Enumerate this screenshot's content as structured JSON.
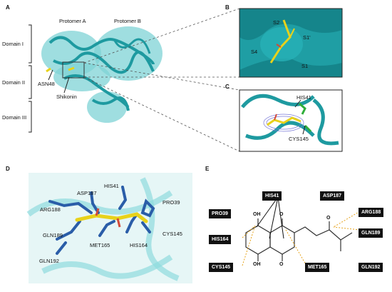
{
  "panels": {
    "a": "A",
    "b": "B",
    "c": "C",
    "d": "D",
    "e": "E"
  },
  "panel_a": {
    "protomer_a": "Protomer A",
    "protomer_b": "Protomer B",
    "domains": [
      "Domain I",
      "Domain II",
      "Domain III"
    ],
    "asn48": "ASN48",
    "shikonin": "Shikonin"
  },
  "panel_b": {
    "s2": "S2",
    "s1_upper": "S1'",
    "s4": "S4",
    "s1_lower": "S1"
  },
  "panel_c": {
    "his41": "HIS41",
    "cys145": "CYS145"
  },
  "panel_d": {
    "asp187": "ASP187",
    "his41": "HIS41",
    "arg188": "ARG188",
    "pro39": "PRO39",
    "gln189": "GLN189",
    "cys145": "CYS145",
    "met165": "MET165",
    "his164": "HIS164",
    "gln192": "GLN192"
  },
  "panel_e": {
    "his41": "HIS41",
    "asp187": "ASP187",
    "pro39": "PRO39",
    "arg188": "ARG188",
    "his164": "HIS164",
    "gln189": "GLN189",
    "cys145": "CYS145",
    "met165": "MET165",
    "gln192": "GLN192",
    "oh_top": "OH",
    "o_top": "O",
    "o_side": "O",
    "o_bottom": "O",
    "oh_bottom": "OH"
  },
  "colors": {
    "protein": "#1e9aa0",
    "surface": "#7fd3d6",
    "ligand": "#e8d21a",
    "residue": "#2a5da8",
    "hbond": "#e6a21a"
  }
}
